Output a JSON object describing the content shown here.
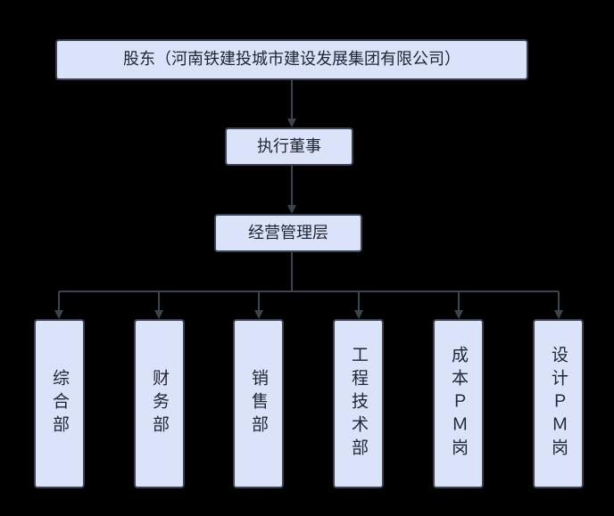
{
  "org": {
    "shareholder": "股东（河南铁建投城市建设发展集团有限公司）",
    "executive_director": "执行董事",
    "management": "经营管理层",
    "departments": [
      "综合部",
      "财务部",
      "销售部",
      "工程技术部",
      "成本ＰＭ岗",
      "设计ＰＭ岗"
    ]
  },
  "colors": {
    "background": "#000000",
    "node_fill": "#dbe3fa",
    "node_border": "#3b4150",
    "node_text": "#1f2533",
    "connector": "#3d434f"
  }
}
